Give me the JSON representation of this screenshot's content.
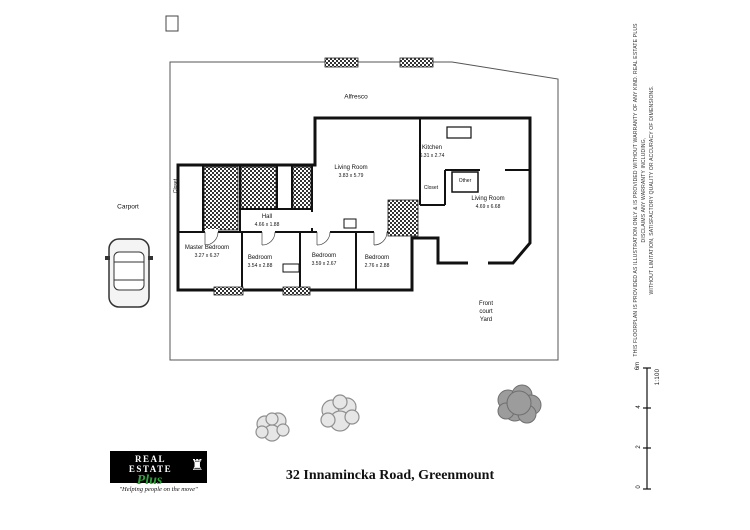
{
  "page": {
    "title": "32 Innamincka Road, Greenmount"
  },
  "logo": {
    "brand_top": "REAL ESTATE",
    "brand_script": "Plus",
    "tagline": "\"Helping people on the move\""
  },
  "icons": {
    "crest": "♜"
  },
  "disclaimer": {
    "line1": "THIS FLOORPLAN IS PROVIDED AS ILLUSTRATION ONLY & IS PROVIDED WITHOUT WARRANTY OF ANY KIND. REAL ESTATE PLUS DISCLAIMS ANY WARRANTY INCLUDING,",
    "line2": "WITHOUT LIMITATION, SATISFACTORY QUALITY OR ACCURACY OF DIMENSIONS."
  },
  "scale_bar": {
    "ticks": [
      "0",
      "2",
      "4",
      "6m"
    ],
    "ratio": "1:100"
  },
  "outdoor": {
    "alfresco": "Alfresco",
    "carport": "Carport",
    "front_yard": [
      "Front",
      "court",
      "Yard"
    ]
  },
  "rooms": [
    {
      "name": "Living Room",
      "dims": "3.83 x 5.79"
    },
    {
      "name": "Kitchen",
      "dims": "6.31 x 2.74"
    },
    {
      "name": "Living Room",
      "dims": "4.69 x 6.68"
    },
    {
      "name": "Hall",
      "dims": "4.66 x 1.88"
    },
    {
      "name": "Master Bedroom",
      "dims": "3.27 x 6.37"
    },
    {
      "name": "Bedroom",
      "dims": "3.54 x 2.88"
    },
    {
      "name": "Bedroom",
      "dims": "3.59 x 2.67"
    },
    {
      "name": "Bedroom",
      "dims": "2.76 x 2.88"
    }
  ],
  "closets": {
    "left": "Closet",
    "entry": "Closet",
    "other": "Other"
  },
  "colors": {
    "wall": "#111111",
    "hatch": "#333333",
    "tree_gray": "#8f8f8f",
    "bush_gray": "#9c9c9c",
    "logo_green": "#2fa13b"
  }
}
